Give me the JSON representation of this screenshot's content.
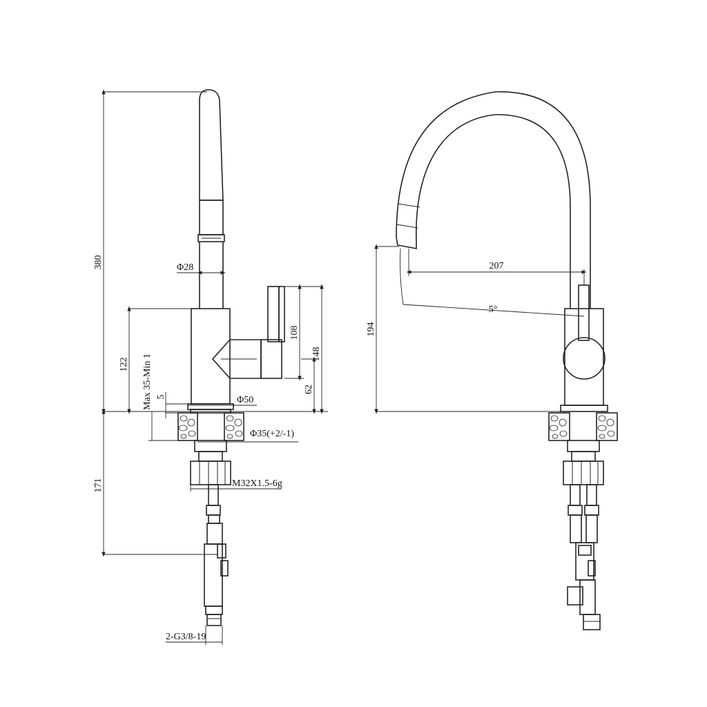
{
  "dimensions": {
    "total_height": "380",
    "upper_body_height": "122",
    "mounting_range": "Max 35-Min 1",
    "base_thickness": "5",
    "lower_length": "171",
    "spout_diameter": "Φ28",
    "base_diameter": "Φ50",
    "hole_diameter": "Φ35(+2/-1)",
    "thread_spec": "M32X1.5-6g",
    "hose_spec": "2-G3/8-19",
    "handle_height": "108",
    "lever_height": "148",
    "lever_pivot_height": "62",
    "reach": "207",
    "side_height": "194",
    "spout_angle": "5°"
  }
}
